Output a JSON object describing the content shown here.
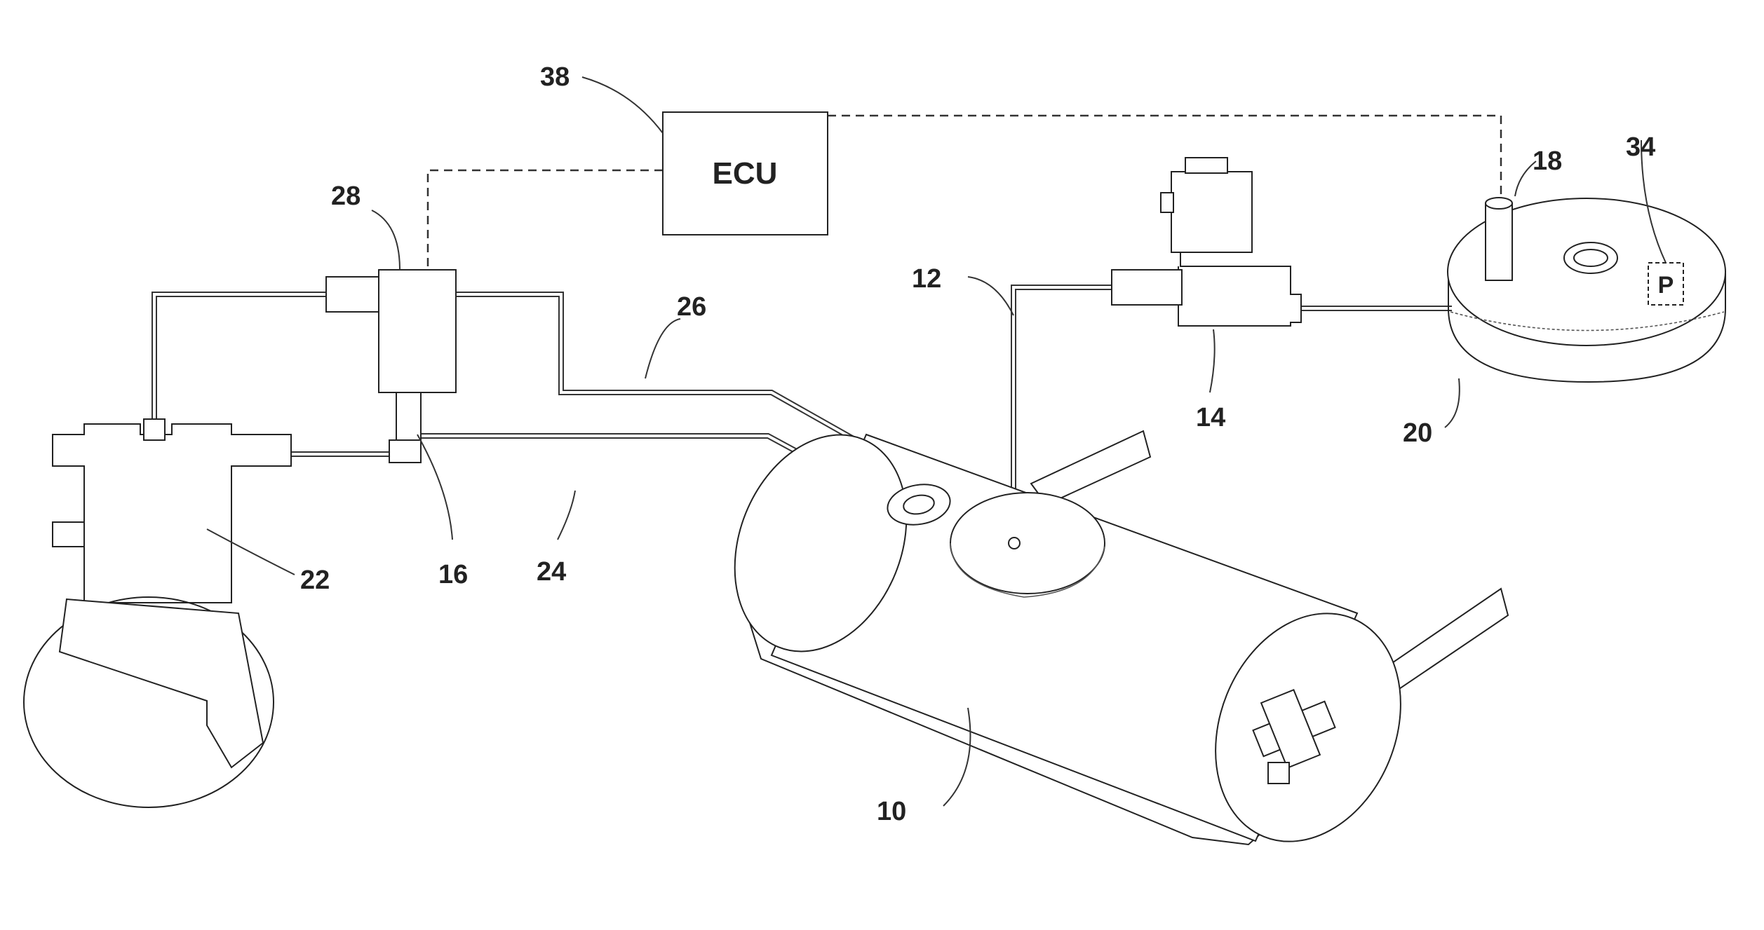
{
  "labels": {
    "ecu_text": "ECU",
    "pressure_text": "P",
    "ref_38": "38",
    "ref_28": "28",
    "ref_26": "26",
    "ref_12": "12",
    "ref_18": "18",
    "ref_34": "34",
    "ref_14": "14",
    "ref_20": "20",
    "ref_22": "22",
    "ref_16": "16",
    "ref_24": "24",
    "ref_10": "10"
  }
}
